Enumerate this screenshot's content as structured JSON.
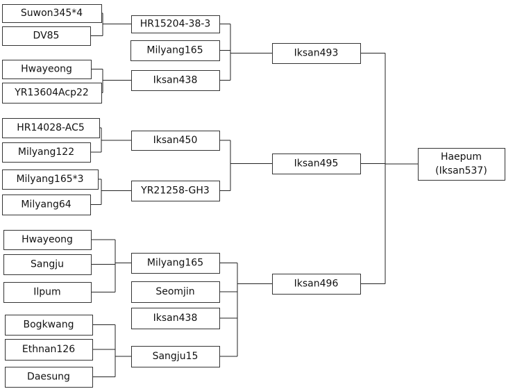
{
  "nodes": [
    {
      "id": "n0",
      "label": "Suwon345*4"
    },
    {
      "id": "n1",
      "label": "DV85"
    },
    {
      "id": "n2",
      "label": "Hwayeong"
    },
    {
      "id": "n3",
      "label": "YR13604Acp22"
    },
    {
      "id": "n4",
      "label": "HR14028-AC5"
    },
    {
      "id": "n5",
      "label": "Milyang122"
    },
    {
      "id": "n6",
      "label": "Milyang165*3"
    },
    {
      "id": "n7",
      "label": "Milyang64"
    },
    {
      "id": "n8",
      "label": "Hwayeong"
    },
    {
      "id": "n9",
      "label": "Sangju"
    },
    {
      "id": "n10",
      "label": "Ilpum"
    },
    {
      "id": "n11",
      "label": "Bogkwang"
    },
    {
      "id": "n12",
      "label": "Ethnan126"
    },
    {
      "id": "n13",
      "label": "Daesung"
    },
    {
      "id": "n14",
      "label": "HR15204-38-3"
    },
    {
      "id": "n15",
      "label": "Milyang165"
    },
    {
      "id": "n16",
      "label": "Iksan438"
    },
    {
      "id": "n17",
      "label": "Iksan450"
    },
    {
      "id": "n18",
      "label": "YR21258-GH3"
    },
    {
      "id": "n19",
      "label": "Milyang165"
    },
    {
      "id": "n20",
      "label": "Seomjin"
    },
    {
      "id": "n21",
      "label": "Iksan438"
    },
    {
      "id": "n22",
      "label": "Sangju15"
    },
    {
      "id": "n23",
      "label": "Iksan493"
    },
    {
      "id": "n24",
      "label": "Iksan495"
    },
    {
      "id": "n25",
      "label": "Iksan496"
    },
    {
      "id": "n26",
      "label": "Haepum",
      "label2": "(Iksan537)"
    }
  ],
  "crosses": [
    {
      "parents": [
        "n0",
        "n1"
      ],
      "child": "n14"
    },
    {
      "parents": [
        "n2",
        "n3"
      ],
      "child": "n16"
    },
    {
      "parents": [
        "n14",
        "n15",
        "n16"
      ],
      "child": "n23"
    },
    {
      "parents": [
        "n4",
        "n5"
      ],
      "child": "n17"
    },
    {
      "parents": [
        "n6",
        "n7"
      ],
      "child": "n18"
    },
    {
      "parents": [
        "n17",
        "n18"
      ],
      "child": "n24"
    },
    {
      "parents": [
        "n8",
        "n9",
        "n10"
      ],
      "child": "n19"
    },
    {
      "parents": [
        "n11",
        "n12",
        "n13"
      ],
      "child": "n22"
    },
    {
      "parents": [
        "n19",
        "n20",
        "n21",
        "n22"
      ],
      "child": "n25"
    },
    {
      "parents": [
        "n23",
        "n24",
        "n25"
      ],
      "child": "n26"
    }
  ]
}
